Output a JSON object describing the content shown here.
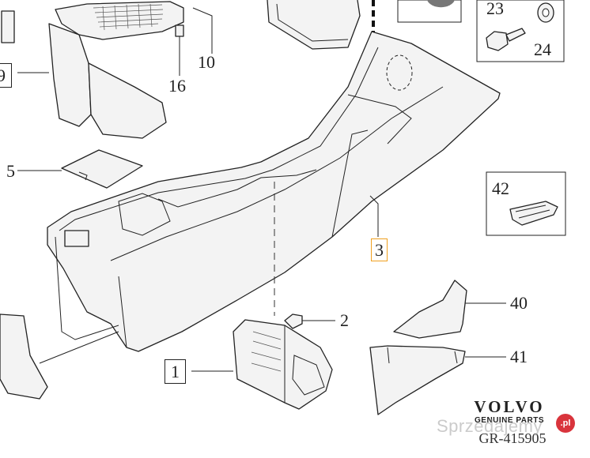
{
  "callouts": {
    "c1": "1",
    "c2": "2",
    "c3": "3",
    "c5": "5",
    "c9": "9",
    "c10": "10",
    "c16": "16",
    "c23": "23",
    "c24": "24",
    "c40": "40",
    "c41": "41",
    "c42": "42"
  },
  "brand": {
    "name": "VOLVO",
    "subtitle": "GENUINE PARTS",
    "reference": "GR-415905"
  },
  "watermark": {
    "text": "Sprzedajemy",
    "badge": ".pl"
  },
  "colors": {
    "line": "#222222",
    "highlight_box": "#f0a020",
    "watermark_badge": "#d9343c"
  }
}
